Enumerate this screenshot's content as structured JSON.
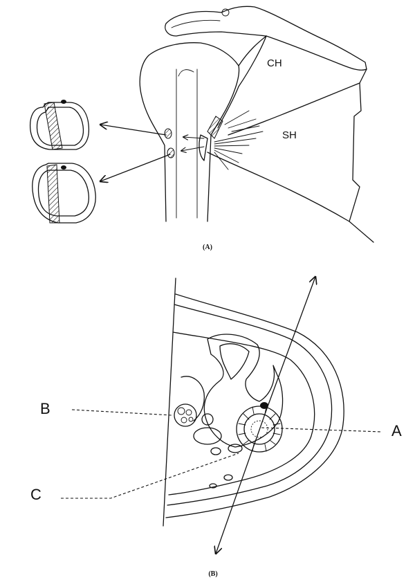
{
  "panel_a": {
    "caption": "(A)",
    "labels": {
      "ch": "CH",
      "sh": "SH"
    }
  },
  "panel_b": {
    "caption": "(B)",
    "labels": {
      "a": "A",
      "b": "B",
      "c": "C"
    }
  }
}
